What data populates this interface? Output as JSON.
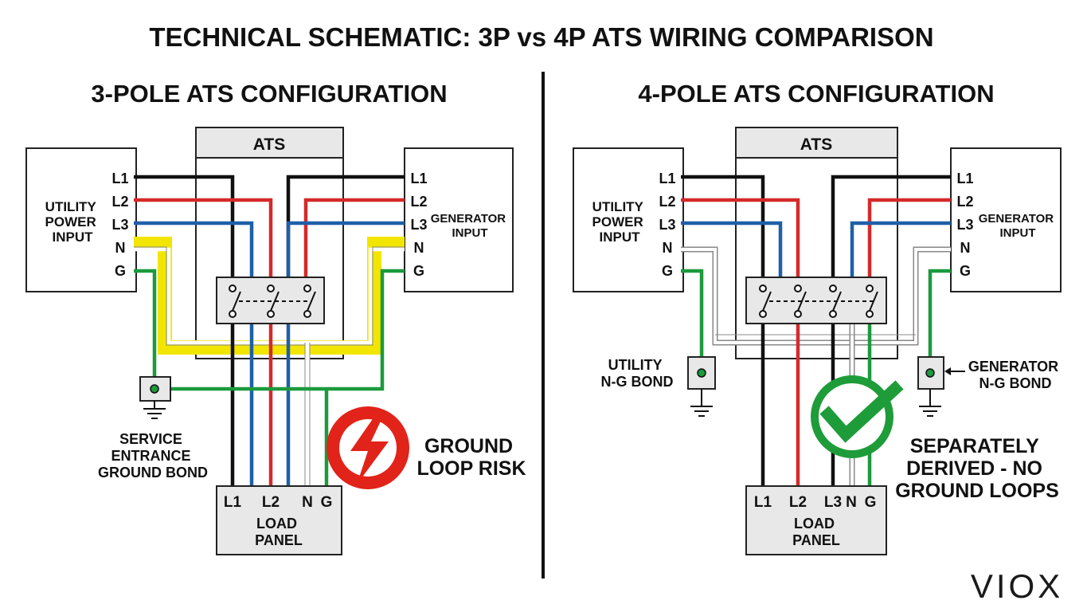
{
  "title": "TECHNICAL SCHEMATIC: 3P vs 4P ATS WIRING COMPARISON",
  "colors": {
    "L1": "#111111",
    "L2": "#d42a2a",
    "L3": "#1f5fa8",
    "neutral": "#ffffff",
    "ground": "#1c9a3c",
    "ground_loop_highlight": "#f2e600",
    "warning": "#e2231a",
    "ok": "#1f9c3a",
    "ats_fill": "#e8e8e8"
  },
  "left": {
    "heading": "3-POLE ATS CONFIGURATION",
    "ats_label": "ATS",
    "utility_box": {
      "line1": "UTILITY",
      "line2": "POWER",
      "line3": "INPUT"
    },
    "generator_box": {
      "line1": "GENERATOR",
      "line2": "INPUT"
    },
    "terminals": [
      "L1",
      "L2",
      "L3",
      "N",
      "G"
    ],
    "load_panel": {
      "terminals": [
        "L1",
        "L2",
        "N",
        "G"
      ],
      "line1": "LOAD",
      "line2": "PANEL"
    },
    "bond_note": {
      "line1": "SERVICE",
      "line2": "ENTRANCE",
      "line3": "GROUND BOND"
    },
    "warning": {
      "line1": "GROUND",
      "line2": "LOOP RISK",
      "icon": "lightning-bolt-warning-icon"
    }
  },
  "right": {
    "heading": "4-POLE ATS CONFIGURATION",
    "ats_label": "ATS",
    "utility_box": {
      "line1": "UTILITY",
      "line2": "POWER",
      "line3": "INPUT"
    },
    "generator_box": {
      "line1": "GENERATOR",
      "line2": "INPUT"
    },
    "terminals": [
      "L1",
      "L2",
      "L3",
      "N",
      "G"
    ],
    "load_panel": {
      "terminals": [
        "L1",
        "L2",
        "L3",
        "N",
        "G"
      ],
      "line1": "LOAD",
      "line2": "PANEL"
    },
    "utility_bond": {
      "line1": "UTILITY",
      "line2": "N-G BOND"
    },
    "generator_bond": {
      "line1": "GENERATOR",
      "line2": "N-G BOND"
    },
    "ok_note": {
      "line1": "SEPARATELY",
      "line2": "DERIVED - NO",
      "line3": "GROUND LOOPS",
      "icon": "check-mark-icon"
    }
  },
  "logo": "VIOX"
}
